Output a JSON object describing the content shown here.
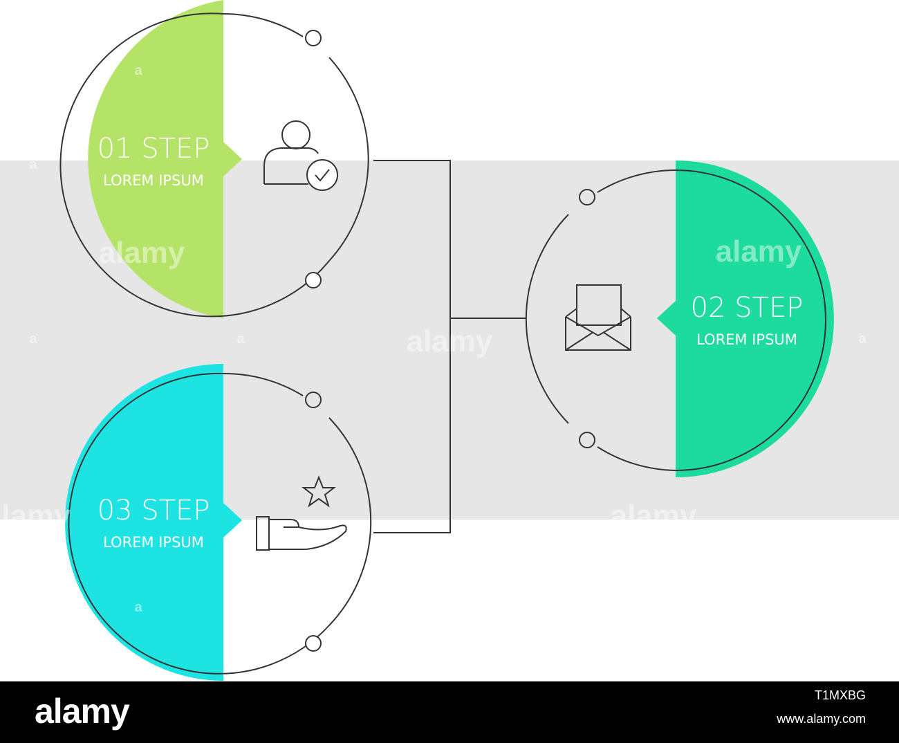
{
  "steps": [
    {
      "title": "01 STEP",
      "subtitle": "LOREM IPSUM",
      "color": "#b5e367",
      "icon": "user-check-icon"
    },
    {
      "title": "02 STEP",
      "subtitle": "LOREM IPSUM",
      "color": "#1ddb9c",
      "icon": "envelope-icon"
    },
    {
      "title": "03 STEP",
      "subtitle": "LOREM IPSUM",
      "color": "#1de3e3",
      "icon": "hand-star-icon"
    }
  ],
  "colors": {
    "band": "#e6e6e6",
    "line": "#333333"
  },
  "watermark": {
    "brand": "alamy",
    "mark": "a"
  },
  "footer": {
    "logo": "alamy",
    "image_id": "T1MXBG",
    "url": "www.alamy.com"
  }
}
